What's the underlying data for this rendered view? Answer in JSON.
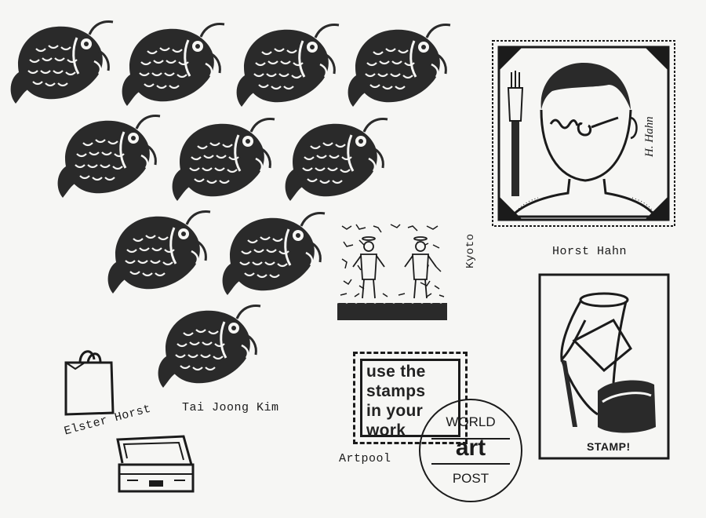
{
  "fish_stamps": {
    "count": 10,
    "icon": "fish-icon"
  },
  "labels": {
    "tai_joong_kim": "Tai Joong Kim",
    "elster_horst": "Elster Horst",
    "horst_hahn": "Horst Hahn",
    "kyoto": "Kyoto",
    "artpool": "Artpool"
  },
  "stamp_use": {
    "text": "use the\nstamps\nin your\nwork"
  },
  "postmark": {
    "top": "WORLD",
    "middle": "art",
    "bottom": "POST"
  },
  "shoe_stamp": {
    "caption": "STAMP!"
  },
  "portrait": {
    "signature": "H. Hahn"
  },
  "colors": {
    "ink": "#1b1b1b",
    "paper": "#f6f6f4"
  }
}
